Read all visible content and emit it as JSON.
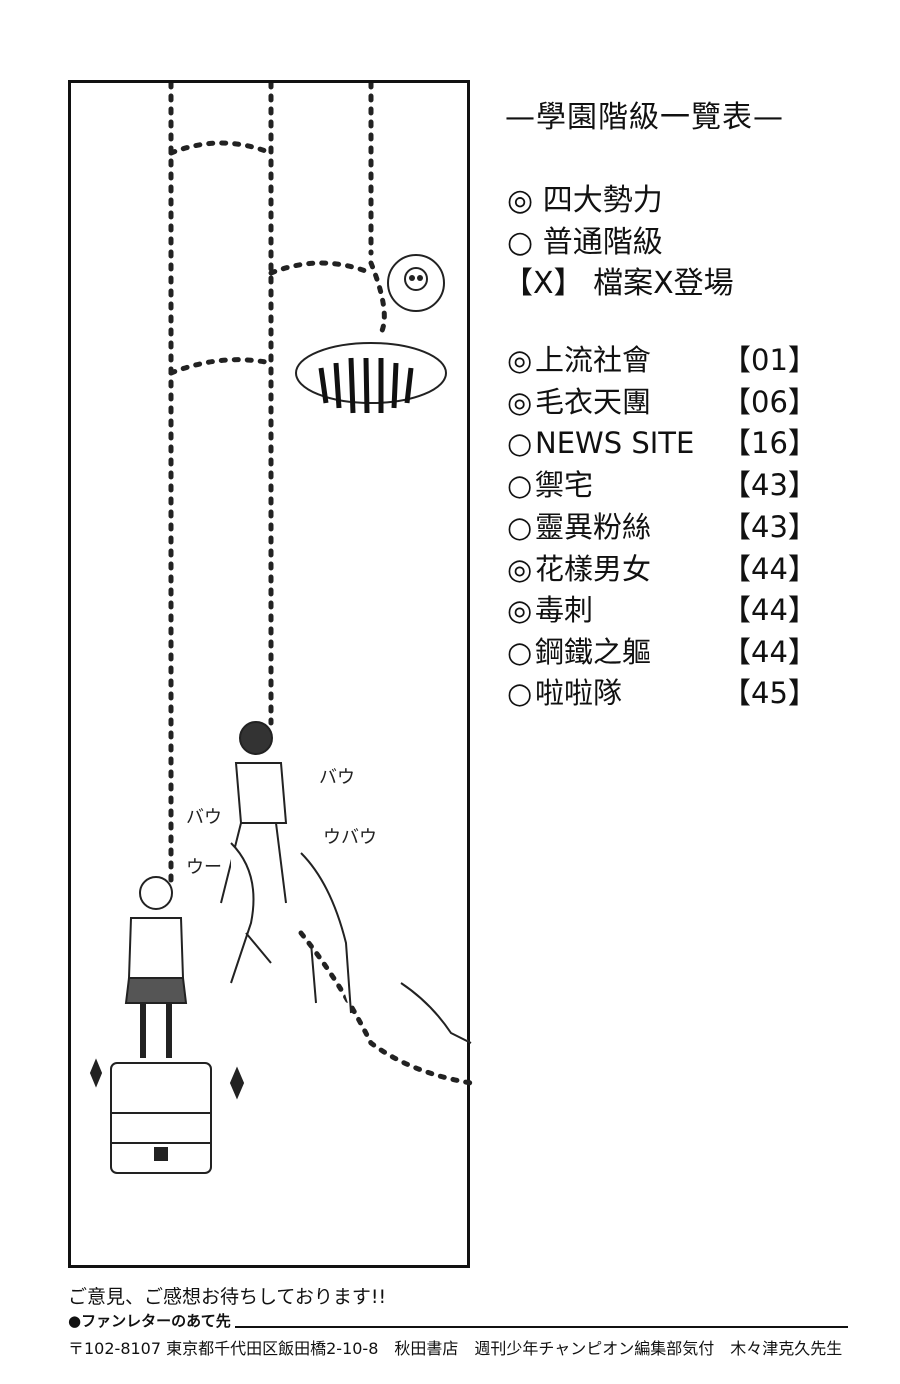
{
  "title": "—學園階級一覽表—",
  "legend": [
    {
      "marker": "◎",
      "label": "四大勢力"
    },
    {
      "marker": "○",
      "label": "普通階級"
    },
    {
      "marker": "【X】",
      "label": "檔案X登場"
    }
  ],
  "rows": [
    {
      "marker": "◎",
      "label": "上流社會",
      "number": "【01】"
    },
    {
      "marker": "◎",
      "label": "毛衣天團",
      "number": "【06】"
    },
    {
      "marker": "○",
      "label": "NEWS SITE",
      "number": "【16】"
    },
    {
      "marker": "○",
      "label": "禦宅",
      "number": "【43】"
    },
    {
      "marker": "○",
      "label": "靈異粉絲",
      "number": "【43】"
    },
    {
      "marker": "◎",
      "label": "花樣男女",
      "number": "【44】"
    },
    {
      "marker": "◎",
      "label": "毒刺",
      "number": "【44】"
    },
    {
      "marker": "○",
      "label": "鋼鐵之軀",
      "number": "【44】"
    },
    {
      "marker": "○",
      "label": "啦啦隊",
      "number": "【45】"
    }
  ],
  "illustration": {
    "sound_effects": [
      "バウ",
      "ウー",
      "バウ",
      "ウバウ"
    ]
  },
  "footer": {
    "request": "ご意見、ご感想お待ちしております!!",
    "fan_letter_heading": "●ファンレターのあて先",
    "address": "〒102-8107 東京都千代田区飯田橋2-10-8　秋田書店　週刊少年チャンピオン編集部気付　木々津克久先生"
  }
}
